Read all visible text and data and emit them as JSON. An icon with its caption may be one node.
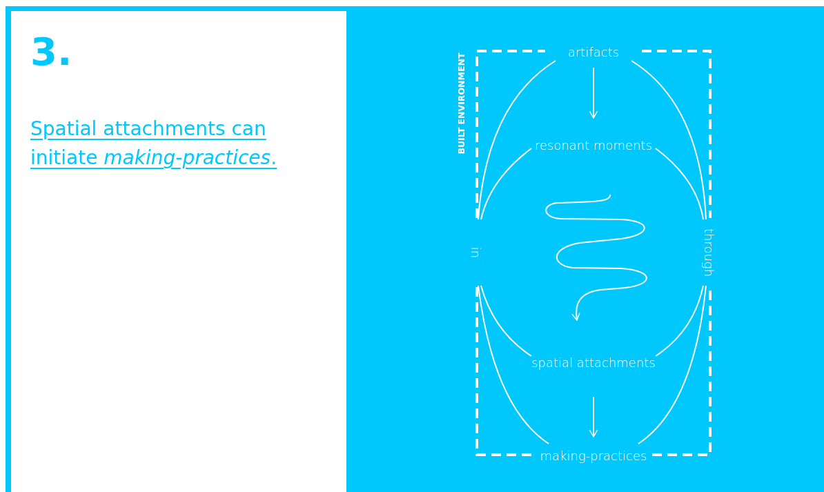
{
  "diagram": {
    "title": "3.",
    "nodes": [
      {
        "text": [
          "artifacts"
        ]
      },
      {
        "text": [
          "resonant moments"
        ]
      },
      {
        "text": [
          "spatial attachments"
        ]
      },
      {
        "text": [
          "making-practices"
        ]
      },
      {
        "text": [
          "in"
        ]
      },
      {
        "text": [
          "through"
        ]
      }
    ],
    "edges": [
      {
        "from": 0,
        "to": 1,
        "arrow": "to"
      },
      {
        "from": 1,
        "to": 2,
        "arrow": "to"
      },
      {
        "from": 2,
        "to": 3,
        "arrow": "to"
      },
      {
        "from": 0,
        "to": 4,
        "arrow": "none"
      },
      {
        "from": 1,
        "to": 4,
        "arrow": "none"
      },
      {
        "from": 4,
        "to": 2,
        "arrow": "none"
      },
      {
        "from": 4,
        "to": 3,
        "arrow": "none"
      },
      {
        "from": 0,
        "to": 5,
        "arrow": "none"
      },
      {
        "from": 1,
        "to": 5,
        "arrow": "none"
      },
      {
        "from": 5,
        "to": 2,
        "arrow": "none"
      },
      {
        "from": 5,
        "to": 3,
        "arrow": "none"
      }
    ],
    "labels": [
      "Spatial attachments can initiate *making-practices*.",
      "BUILT ENVIRONMENT"
    ]
  }
}
